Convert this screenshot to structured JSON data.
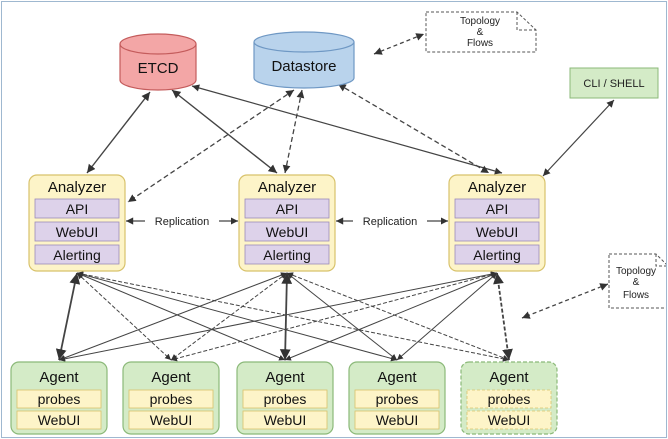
{
  "stores": {
    "etcd": {
      "label": "ETCD",
      "fill": "#f3a6a6",
      "stroke": "#c45c5c"
    },
    "datastore": {
      "label": "Datastore",
      "fill": "#b9d3ec",
      "stroke": "#6f98c4"
    }
  },
  "notes": {
    "top": {
      "line1": "Topology",
      "line2": "&",
      "line3": "Flows"
    },
    "right": {
      "line1": "Topology",
      "line2": "&",
      "line3": "Flows"
    }
  },
  "cli": {
    "label": "CLI / SHELL",
    "fill": "#d4ebc7",
    "stroke": "#8bb979"
  },
  "analyzers": [
    {
      "title": "Analyzer",
      "items": [
        "API",
        "WebUI",
        "Alerting"
      ]
    },
    {
      "title": "Analyzer",
      "items": [
        "API",
        "WebUI",
        "Alerting"
      ]
    },
    {
      "title": "Analyzer",
      "items": [
        "API",
        "WebUI",
        "Alerting"
      ]
    }
  ],
  "analyzer_colors": {
    "fill": "#fdf4c8",
    "stroke": "#d8c26b",
    "item_fill": "#ddd2ea",
    "item_stroke": "#9c8bb8"
  },
  "replication": {
    "label1": "Replication",
    "label2": "Replication"
  },
  "agents": [
    {
      "title": "Agent",
      "items": [
        "probes",
        "WebUI"
      ]
    },
    {
      "title": "Agent",
      "items": [
        "probes",
        "WebUI"
      ]
    },
    {
      "title": "Agent",
      "items": [
        "probes",
        "WebUI"
      ]
    },
    {
      "title": "Agent",
      "items": [
        "probes",
        "WebUI"
      ]
    },
    {
      "title": "Agent",
      "items": [
        "probes",
        "WebUI"
      ]
    }
  ],
  "agent_colors": {
    "fill": "#d4ebc7",
    "stroke": "#8bb979",
    "item_fill": "#fdf4c8",
    "item_stroke": "#d8c26b"
  }
}
